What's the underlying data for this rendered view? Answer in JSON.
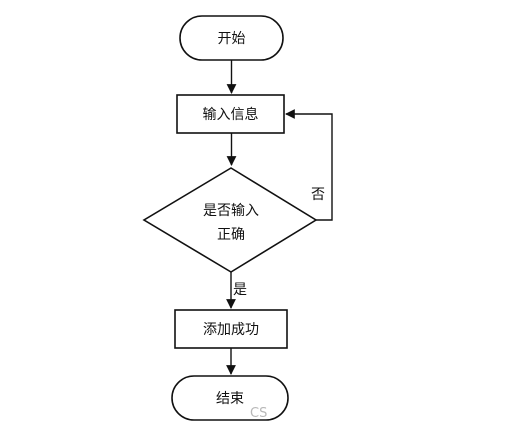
{
  "flowchart": {
    "start": "开始",
    "input": "输入信息",
    "decision_line1": "是否输入",
    "decision_line2": "正确",
    "no_label": "否",
    "yes_label": "是",
    "success": "添加成功",
    "end": "结束"
  },
  "watermark": "CS"
}
